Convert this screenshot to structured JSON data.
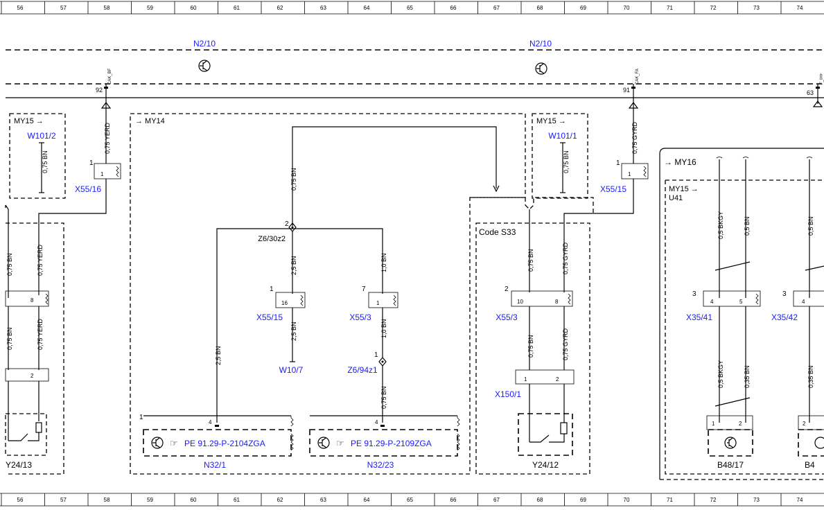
{
  "grid": {
    "columns": [
      "56",
      "57",
      "58",
      "59",
      "60",
      "61",
      "62",
      "63",
      "64",
      "65",
      "66",
      "67",
      "68",
      "69",
      "70",
      "71",
      "72",
      "73",
      "74"
    ]
  },
  "bus": {
    "label_left": "N2/10",
    "label_right": "N2/10",
    "tap_left_number": "92",
    "tap_left_signal": "CAK_BF",
    "tap_right_number": "91",
    "tap_right_signal": "CAK_FA",
    "tap_edge_number": "63",
    "tap_edge_signal": "F_IH+"
  },
  "blocks": {
    "my15_left": "MY15 →",
    "my14": "→ MY14",
    "my15_right": "MY15 →",
    "my16": "→  MY16",
    "my15_u41": "MY15 →",
    "u41": "U41",
    "code_s33": "Code S33"
  },
  "components": {
    "w101_2": "W101/2",
    "w101_1": "W101/1",
    "x55_16": "X55/16",
    "x55_15_right": "X55/15",
    "z6_30z2": "Z6/30z2",
    "x55_15": "X55/15",
    "x55_3_mid": "X55/3",
    "w10_7": "W10/7",
    "z6_94z1": "Z6/94z1",
    "x55_3_right": "X55/3",
    "x150_1": "X150/1",
    "n32_1": "N32/1",
    "n32_23": "N32/23",
    "ref_n32_1": "PE 91.29-P-2104ZGA",
    "ref_n32_23": "PE 91.29-P-2109ZGA",
    "y24_13": "Y24/13",
    "y24_12": "Y24/12",
    "x35_41": "X35/41",
    "x35_42": "X35/42",
    "b48_17": "B48/17",
    "b48_partial": "B4"
  },
  "wires": {
    "w_075yerd_tap92": "0,75 YERD",
    "w_075bn_w101_2": "0,75 BN",
    "w_075yerd_left_a": "0,75 YERD",
    "w_075yerd_left_b": "0,75 YERD",
    "w_075bn_left_a": "0,75 BN",
    "w_075bn_left_b": "0,75 BN",
    "w_075bn_my14": "0,75 BN",
    "w_25bn_x55_15_top": "2,5 BN",
    "w_25bn_x55_15_bot": "2,5 BN",
    "w_25bn_n32_1": "2,5 BN",
    "w_10bn_x55_3_top": "1,0 BN",
    "w_10bn_x55_3_bot": "1,0 BN",
    "w_075bn_n32_23": "0,75 BN",
    "w_075bn_w101_1": "0,75 BN",
    "w_075gyrd_tap91": "0,75 GYRD",
    "w_075bn_s33_top": "0,75 BN",
    "w_075gyrd_s33_top": "0,75 GYRD",
    "w_075bn_s33_bot": "0,75 BN",
    "w_075gyrd_s33_bot": "0,75 GYRD",
    "w_05bkgy_top": "0,5 BKGY",
    "w_05bn_top": "0,5 BN",
    "w_05bn_edge": "0,5 BN",
    "w_05bkgy_bot": "0,5 BKGY",
    "w_035bn_bot": "0,35 BN",
    "w_035bn_edge": "0,35 BN"
  },
  "pins": {
    "p_1_x55_16": "1",
    "p_1_x55_16_inner": "1",
    "p_8_left": "8",
    "p_2_left": "2",
    "p_2_z6": "2",
    "p_1_x55_15": "1",
    "p_16_x55_15": "16",
    "p_7_x55_3": "7",
    "p_1_x55_3": "1",
    "p_1_z6_94": "1",
    "p_1_n32_1": "1",
    "p_4_n32_1": "4",
    "p_4_n32_23": "4",
    "p_1_x55_15r": "1",
    "p_1_x55_15r_inner": "1",
    "p_2_x55_3r": "2",
    "p_10_x55_3r": "10",
    "p_8_x55_3r": "8",
    "p_1_x150": "1",
    "p_2_x150": "2",
    "p_3_x35_41": "3",
    "p_4_x35_41": "4",
    "p_5_x35_41": "5",
    "p_3_x35_42": "3",
    "p_4_x35_42": "4",
    "p_1_b48": "1",
    "p_2_b48": "2",
    "p_2_b48b": "2"
  }
}
